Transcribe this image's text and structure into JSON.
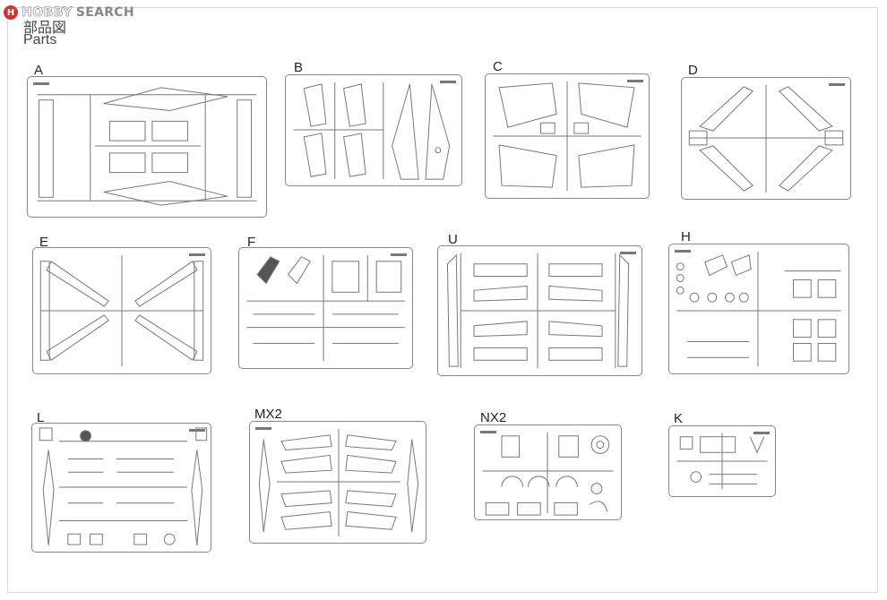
{
  "watermark": {
    "logo": "H",
    "brand": "HOBBY",
    "search": "SEARCH"
  },
  "page": {
    "title": "部品図",
    "subtitle": "Parts"
  },
  "sprues": [
    {
      "label": "A"
    },
    {
      "label": "B"
    },
    {
      "label": "C"
    },
    {
      "label": "D"
    },
    {
      "label": "E"
    },
    {
      "label": "F"
    },
    {
      "label": "U"
    },
    {
      "label": "H"
    },
    {
      "label": "L"
    },
    {
      "label": "MX2"
    },
    {
      "label": "NX2"
    },
    {
      "label": "K"
    }
  ]
}
